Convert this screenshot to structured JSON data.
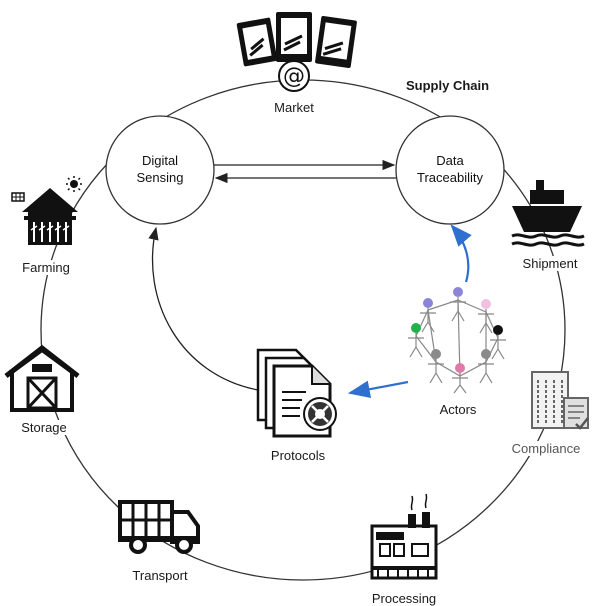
{
  "title": "Supply Chain",
  "nodes": {
    "digital_sensing": [
      "Digital",
      "Sensing"
    ],
    "data_traceability": [
      "Data",
      "Traceability"
    ]
  },
  "stages": {
    "market": "Market",
    "shipment": "Shipment",
    "compliance": "Compliance",
    "processing": "Processing",
    "transport": "Transport",
    "storage": "Storage",
    "farming": "Farming"
  },
  "actors_label": "Actors",
  "protocols_label": "Protocols",
  "icons": {
    "market": "market-bags-icon",
    "shipment": "ship-icon",
    "compliance": "office-building-icon",
    "processing": "factory-icon",
    "transport": "truck-icon",
    "storage": "barn-icon",
    "farming": "farm-house-icon",
    "protocols": "documents-icon",
    "actors": "people-network-icon"
  },
  "colors": {
    "arrow_blue": "#2f6fcf",
    "actor_purple": "#8c84d8",
    "actor_green": "#22b14c",
    "actor_pink": "#e07aa8",
    "actor_light_pink": "#f0c0e0",
    "actor_black": "#111111",
    "actor_gray": "#8a8a8a"
  }
}
